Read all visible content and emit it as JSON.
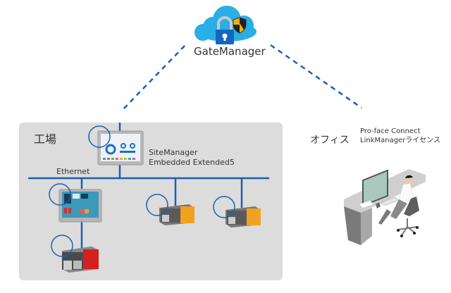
{
  "cloud": {
    "label": "GateManager",
    "icons": [
      "cloud-icon",
      "padlock-icon",
      "shield-icon"
    ]
  },
  "factory": {
    "title": "工場",
    "network_label": "Ethernet",
    "site_manager": {
      "line1": "SiteManager",
      "line2": "Embedded Extended5"
    },
    "devices": [
      "hmi-panel-sitemanager",
      "hmi-panel",
      "plc-red",
      "plc-yellow-1",
      "plc-yellow-2"
    ]
  },
  "office": {
    "title": "オフィス",
    "license": {
      "line1": "Pro-face Connect",
      "line2": "LinkManagerライセンス"
    }
  },
  "colors": {
    "line": "#1a5fb4",
    "cloud": "#29aee6",
    "panel": "#dcdcdc",
    "lock": "#1565c0"
  }
}
